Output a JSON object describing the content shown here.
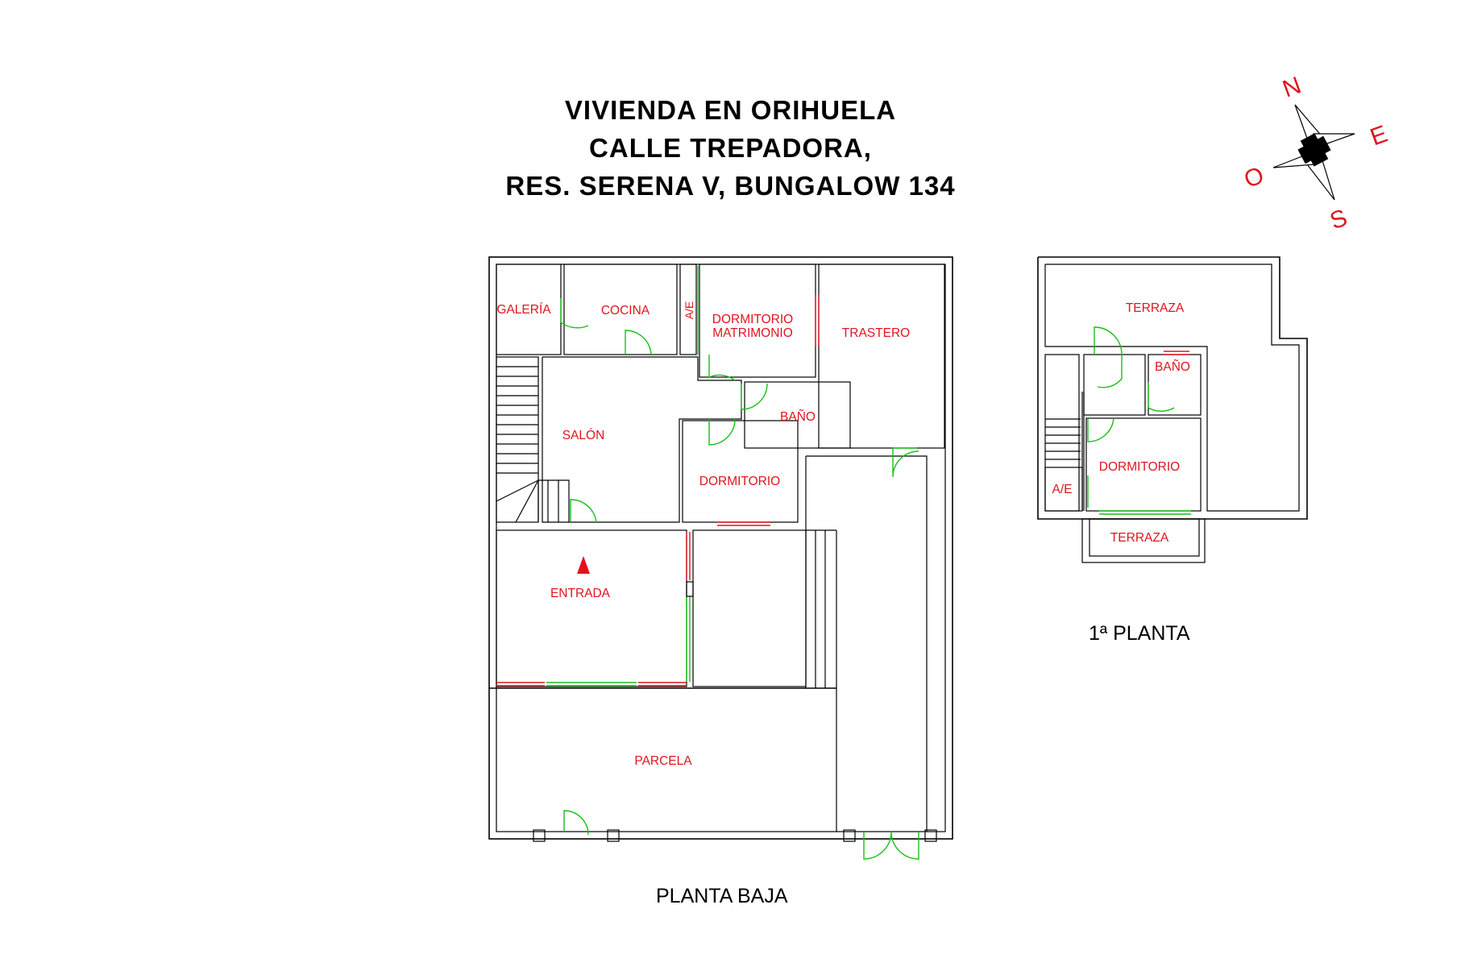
{
  "title": {
    "line1": "VIVIENDA EN ORIHUELA",
    "line2": "CALLE TREPADORA,",
    "line3": "RES. SERENA V, BUNGALOW 134"
  },
  "compass": {
    "n": "N",
    "e": "E",
    "s": "S",
    "o": "O"
  },
  "planta_baja": {
    "caption": "PLANTA BAJA",
    "rooms": {
      "galeria": "GALERÍA",
      "cocina": "COCINA",
      "ae": "A/E",
      "dormitorio_matrimonio_1": "DORMITORIO",
      "dormitorio_matrimonio_2": "MATRIMONIO",
      "trastero": "TRASTERO",
      "salon": "SALÓN",
      "bano": "BAÑO",
      "dormitorio": "DORMITORIO",
      "entrada": "ENTRADA",
      "parcela": "PARCELA"
    }
  },
  "primera_planta": {
    "caption": "1ª PLANTA",
    "rooms": {
      "terraza_top": "TERRAZA",
      "bano": "BAÑO",
      "dormitorio": "DORMITORIO",
      "ae": "A/E",
      "terraza_bottom": "TERRAZA"
    }
  },
  "colors": {
    "wall": "#000000",
    "label": "#e0141e",
    "door": "#18c018"
  }
}
